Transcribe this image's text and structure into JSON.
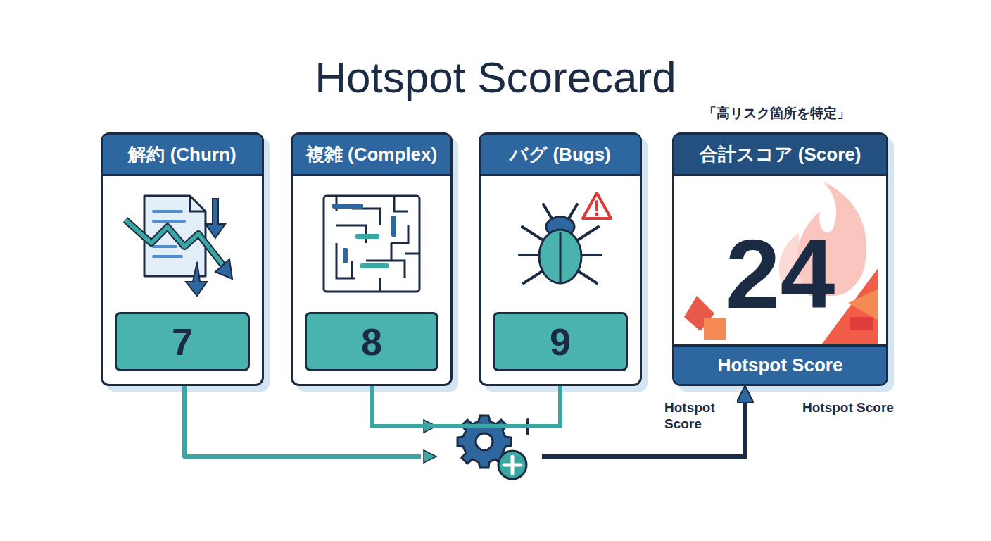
{
  "diagram": {
    "title": "Hotspot Scorecard",
    "nodes": [
      {
        "text": [
          "解約 (Churn)"
        ]
      },
      {
        "text": [
          "7"
        ],
        "in": 0
      },
      {
        "text": [
          "複雑 (Complex)"
        ]
      },
      {
        "text": [
          "8"
        ],
        "in": 2
      },
      {
        "text": [
          "バグ (Bugs)"
        ]
      },
      {
        "text": [
          "9"
        ],
        "in": 4
      },
      {
        "text": [
          "合計スコア (Score)",
          "24"
        ]
      },
      {
        "text": [
          "Hotspot Score"
        ],
        "in": 6
      }
    ],
    "edges": [
      {
        "from": 0,
        "to": 6,
        "arrow": "to"
      },
      {
        "from": 2,
        "to": 6,
        "arrow": "to"
      },
      {
        "from": 4,
        "to": 6,
        "arrow": "to"
      }
    ],
    "labels": [
      "「高リスク箇所を特定」",
      "Hotspot Score",
      "Hotspot Score"
    ]
  }
}
